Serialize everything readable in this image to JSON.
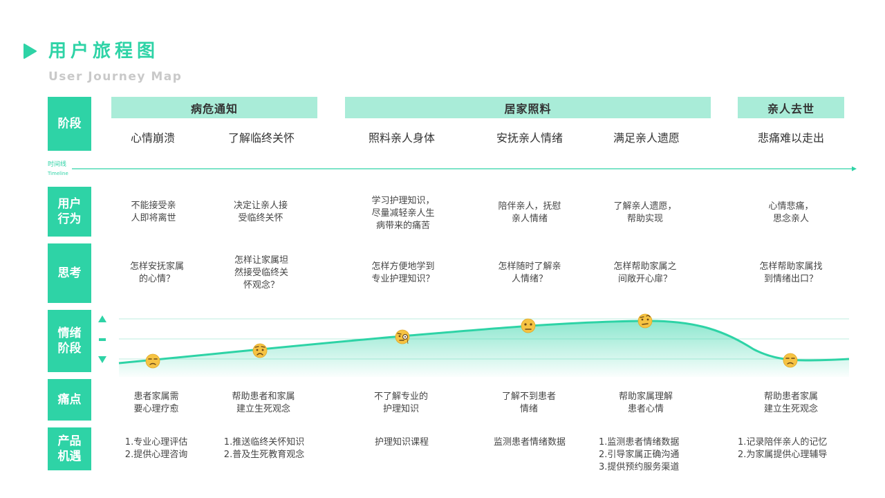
{
  "header": {
    "title": "用户旅程图",
    "subtitle": "User Journey Map"
  },
  "colors": {
    "accent": "#2ed3a6",
    "stage_bar": "#a9ecd8",
    "text": "#333333",
    "subtitle": "#c9c9c9",
    "emoji": "#f6c343"
  },
  "row_labels": {
    "stage": "阶段",
    "behavior": "用户行为",
    "thinking": "思考",
    "emotion": "情绪阶段",
    "pain": "痛点",
    "opportunity": "产品机遇"
  },
  "timeline": {
    "label_cn": "时间线",
    "label_en": "Timeline"
  },
  "stages": [
    "病危通知",
    "居家照料",
    "亲人去世"
  ],
  "sub_stages": [
    "心情崩溃",
    "了解临终关怀",
    "照料亲人身体",
    "安抚亲人情绪",
    "满足亲人遗愿",
    "悲痛难以走出"
  ],
  "behaviors": [
    [
      "不能接受亲",
      "人即将离世"
    ],
    [
      "决定让亲人接",
      "受临终关怀"
    ],
    [
      "学习护理知识，",
      "尽量减轻亲人生",
      "病带来的痛苦"
    ],
    [
      "陪伴亲人，抚慰",
      "亲人情绪"
    ],
    [
      "了解亲人遗愿，",
      "帮助实现"
    ],
    [
      "心情悲痛，",
      "思念亲人"
    ]
  ],
  "thinking": [
    [
      "怎样安抚家属",
      "的心情？"
    ],
    [
      "怎样让家属坦",
      "然接受临终关",
      "怀观念？"
    ],
    [
      "怎样方便地学到",
      "专业护理知识？"
    ],
    [
      "怎样随时了解亲",
      "人情绪？"
    ],
    [
      "怎样帮助家属之",
      "间敞开心扉？"
    ],
    [
      "怎样帮助家属找",
      "到情绪出口？"
    ]
  ],
  "emotion": {
    "level_up_icon": "triangle-up-icon",
    "level_mid_icon": "dash-icon",
    "level_down_icon": "triangle-down-icon",
    "faces": [
      {
        "icon": "unamused-face-icon",
        "level": 0.1
      },
      {
        "icon": "worried-face-icon",
        "level": 0.3
      },
      {
        "icon": "monocle-face-icon",
        "level": 0.6
      },
      {
        "icon": "neutral-face-icon",
        "level": 0.82
      },
      {
        "icon": "raised-eyebrow-face-icon",
        "level": 0.9
      },
      {
        "icon": "unamused-face-icon",
        "level": 0.05
      }
    ]
  },
  "pain_points": [
    [
      "患者家属需",
      "要心理疗愈"
    ],
    [
      "帮助患者和家属",
      "建立生死观念"
    ],
    [
      "不了解专业的",
      "护理知识"
    ],
    [
      "了解不到患者",
      "情绪"
    ],
    [
      "帮助家属理解",
      "患者心情"
    ],
    [
      "帮助患者家属",
      "建立生死观念"
    ]
  ],
  "opportunities": [
    [
      "1.专业心理评估",
      "2.提供心理咨询"
    ],
    [
      "1.推送临终关怀知识",
      "2.普及生死教育观念"
    ],
    [
      "护理知识课程"
    ],
    [
      "监测患者情绪数据"
    ],
    [
      "1.监测患者情绪数据",
      "2.引导家属正确沟通",
      "3.提供预约服务渠道"
    ],
    [
      "1.记录陪伴亲人的记忆",
      "2.为家属提供心理辅导"
    ]
  ]
}
